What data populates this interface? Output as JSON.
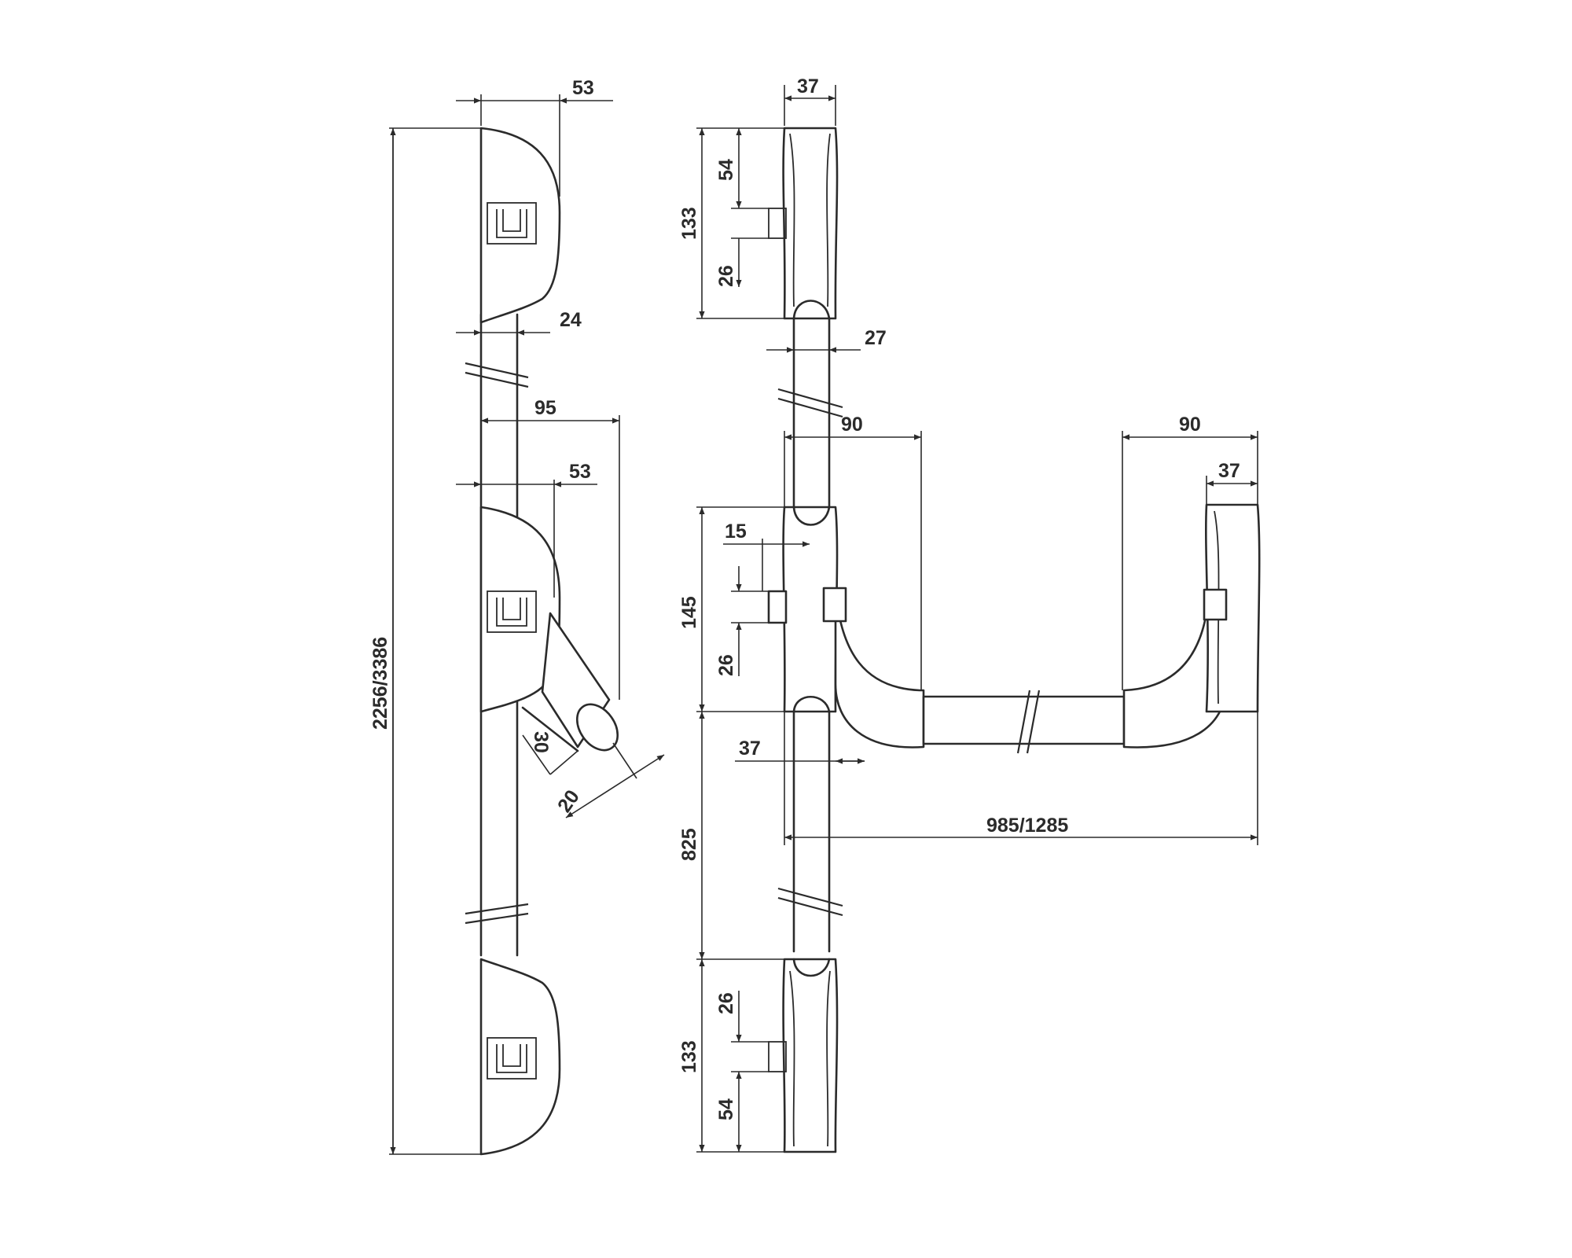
{
  "dimensions": {
    "side_top_depth": "53",
    "side_rod_width": "24",
    "side_total_length": "2256/3386",
    "side_projection": "95",
    "side_mid_depth": "53",
    "side_handle_dia": "30",
    "side_handle_len": "20",
    "front_top_width": "37",
    "front_top_height": "133",
    "front_top_slot_upper": "54",
    "front_top_slot_lower": "26",
    "front_rod_width": "27",
    "front_mid_offset": "90",
    "front_mid_height": "145",
    "front_mid_slot_width": "15",
    "front_mid_slot_lower": "26",
    "front_mid_rod_width": "37",
    "front_handle_height": "825",
    "front_bot_height": "133",
    "front_bot_slot_upper": "26",
    "front_bot_slot_lower": "54",
    "front_bar_length": "985/1285",
    "right_offset": "90",
    "right_width": "37"
  }
}
